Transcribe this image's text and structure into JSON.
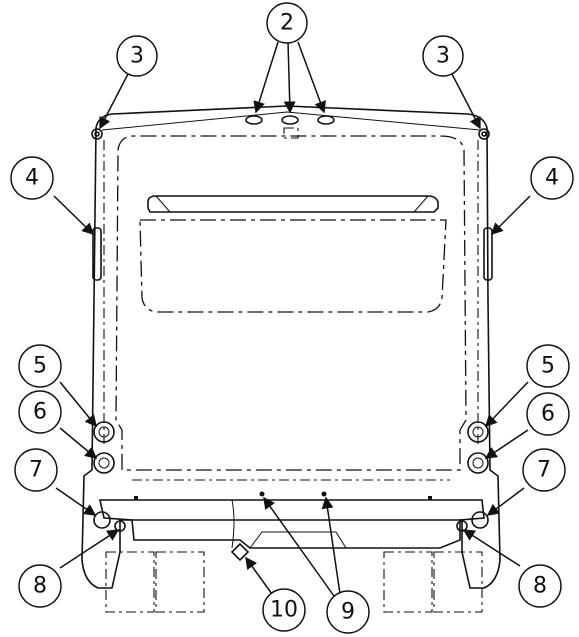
{
  "callouts": {
    "c2": "2",
    "c3_left": "3",
    "c3_right": "3",
    "c4_left": "4",
    "c4_right": "4",
    "c5_left": "5",
    "c5_right": "5",
    "c6_left": "6",
    "c6_right": "6",
    "c7_left": "7",
    "c7_right": "7",
    "c8_left": "8",
    "c8_right": "8",
    "c9": "9",
    "c10": "10"
  }
}
